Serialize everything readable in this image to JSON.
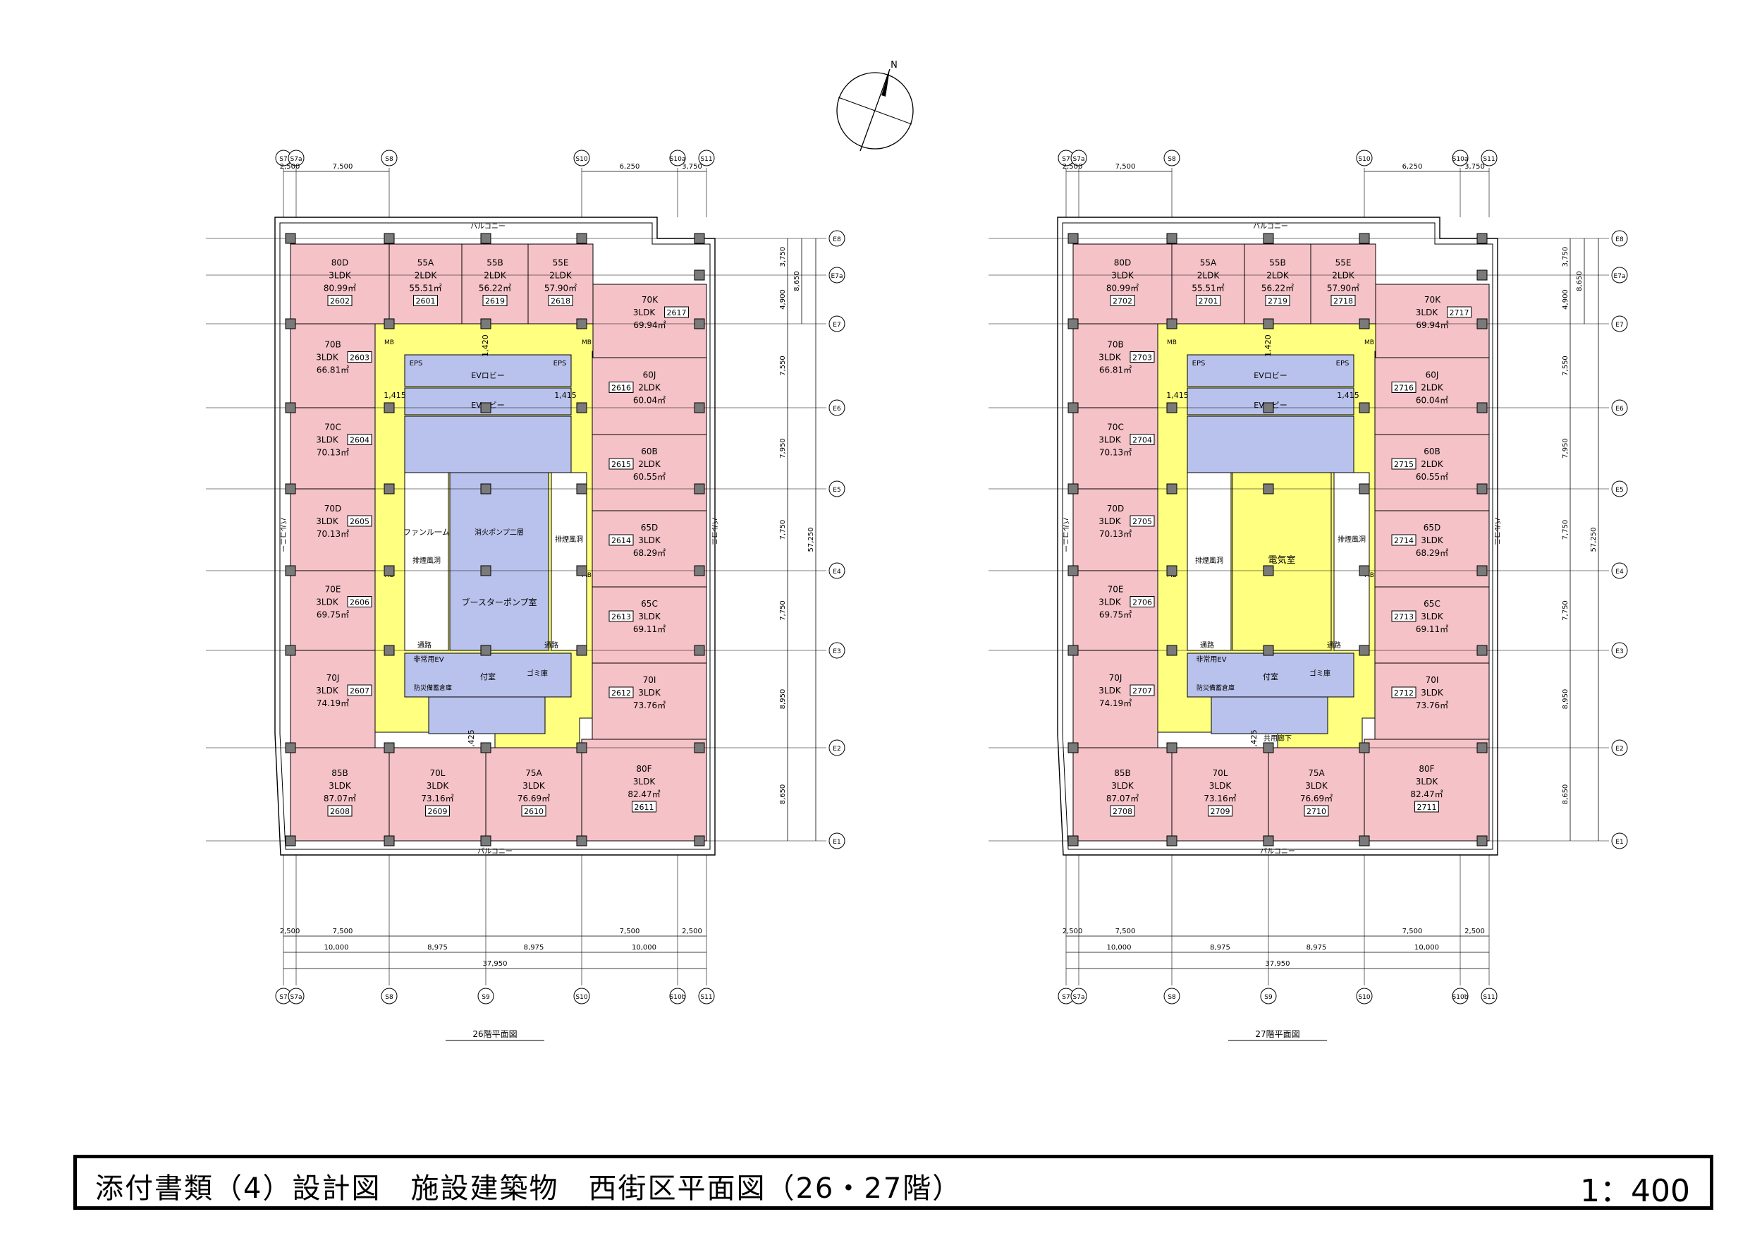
{
  "compass": {
    "north": "N"
  },
  "col_labels_top": [
    "S7",
    "S7a",
    "S8",
    "S10",
    "S10a",
    "S11"
  ],
  "col_labels_bottom": [
    "S7",
    "S7a",
    "S8",
    "S9",
    "S10",
    "S10b",
    "S11"
  ],
  "row_labels": [
    "E8",
    "E7a",
    "E7",
    "E6",
    "E5",
    "E4",
    "E3",
    "E2",
    "E1"
  ],
  "dims": {
    "top_left": [
      "2,500",
      "7,500"
    ],
    "top_right": [
      "6,250",
      "3,750"
    ],
    "bottom_a": [
      "2,500",
      "7,500",
      "7,500",
      "2,500"
    ],
    "bottom_b": [
      "10,000",
      "8,975",
      "8,975",
      "10,000"
    ],
    "bottom_total": "37,950",
    "right_rows": [
      "3,750",
      "4,900",
      "7,550",
      "7,950",
      "7,750",
      "7,750",
      "8,950",
      "8,650"
    ],
    "right_combined": "8,650",
    "right_total": "57,250",
    "core": [
      "1,415",
      "1,415",
      "1,420",
      "1,425"
    ]
  },
  "labels": {
    "balcony": "バルコニー",
    "side_balcony": "バルコニー",
    "ev_lobby": "EVロビー",
    "eps": "EPS",
    "mb": "MB",
    "fan": "ファンル一ム",
    "shaft": "排煙風洞",
    "pump": "ブースターポンプ室",
    "pump_top": "消火ポンプ二層",
    "electric": "電気室",
    "aisle": "通路",
    "shared_corridor": "共用廊下",
    "trash": "ゴミ庫",
    "stair": "付室",
    "emergency_ev": "非常用EV",
    "disaster_stock": "防災備蓄倉庫"
  },
  "units": [
    {
      "type": "80D",
      "layout": "3LDK",
      "area": "80.99㎡"
    },
    {
      "type": "55A",
      "layout": "2LDK",
      "area": "55.51㎡"
    },
    {
      "type": "55B",
      "layout": "2LDK",
      "area": "56.22㎡"
    },
    {
      "type": "55E",
      "layout": "2LDK",
      "area": "57.90㎡"
    },
    {
      "type": "70K",
      "layout": "3LDK",
      "area": "69.94㎡"
    },
    {
      "type": "70B",
      "layout": "3LDK",
      "area": "66.81㎡"
    },
    {
      "type": "60J",
      "layout": "2LDK",
      "area": "60.04㎡"
    },
    {
      "type": "70C",
      "layout": "3LDK",
      "area": "70.13㎡"
    },
    {
      "type": "60B",
      "layout": "2LDK",
      "area": "60.55㎡"
    },
    {
      "type": "70D",
      "layout": "3LDK",
      "area": "70.13㎡"
    },
    {
      "type": "65D",
      "layout": "3LDK",
      "area": "68.29㎡"
    },
    {
      "type": "70E",
      "layout": "3LDK",
      "area": "69.75㎡"
    },
    {
      "type": "65C",
      "layout": "3LDK",
      "area": "69.11㎡"
    },
    {
      "type": "70J",
      "layout": "3LDK",
      "area": "74.19㎡"
    },
    {
      "type": "70I",
      "layout": "3LDK",
      "area": "73.76㎡"
    },
    {
      "type": "85B",
      "layout": "3LDK",
      "area": "87.07㎡"
    },
    {
      "type": "70L",
      "layout": "3LDK",
      "area": "73.16㎡"
    },
    {
      "type": "75A",
      "layout": "3LDK",
      "area": "76.69㎡"
    },
    {
      "type": "80F",
      "layout": "3LDK",
      "area": "82.47㎡"
    }
  ],
  "floors": [
    {
      "caption": "26階平面図",
      "nums": [
        "2602",
        "2601",
        "2619",
        "2618",
        "2617",
        "2603",
        "2616",
        "2604",
        "2615",
        "2605",
        "2614",
        "2606",
        "2613",
        "2607",
        "2612",
        "2608",
        "2609",
        "2610",
        "2611"
      ]
    },
    {
      "caption": "27階平面図",
      "nums": [
        "2702",
        "2701",
        "2719",
        "2718",
        "2717",
        "2703",
        "2716",
        "2704",
        "2715",
        "2705",
        "2714",
        "2706",
        "2713",
        "2707",
        "2712",
        "2708",
        "2709",
        "2710",
        "2711"
      ]
    }
  ],
  "colors": {
    "unit": "#f5c2c7",
    "common": "#ffff80",
    "core": "#b9c2ec",
    "line": "#000000"
  },
  "title": {
    "text": "添付書類（4）設計図　施設建築物　西街区平面図（26・27階）",
    "scale": "1：400"
  }
}
